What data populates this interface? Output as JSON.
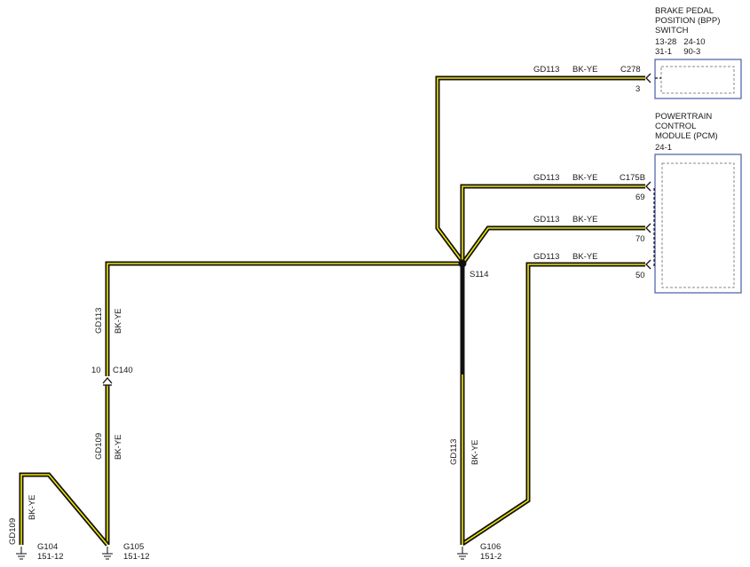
{
  "components": {
    "bpp": {
      "title_lines": [
        "BRAKE PEDAL",
        "POSITION (BPP)",
        "SWITCH"
      ],
      "ref_lines": [
        "13-28   24-10",
        "31-1     90-3"
      ]
    },
    "pcm": {
      "title_lines": [
        "POWERTRAIN",
        "CONTROL",
        "MODULE (PCM)"
      ],
      "ref_lines": [
        "24-1"
      ]
    }
  },
  "connectors": {
    "c278": {
      "name": "C278",
      "pin": "3"
    },
    "c175b": {
      "name": "C175B",
      "pins": [
        "69",
        "70",
        "50"
      ]
    },
    "c140": {
      "name": "C140",
      "pin": "10"
    }
  },
  "splice": {
    "name": "S114"
  },
  "wires": {
    "w_c278": {
      "circuit": "GD113",
      "color": "BK-YE"
    },
    "w_69": {
      "circuit": "GD113",
      "color": "BK-YE"
    },
    "w_70": {
      "circuit": "GD113",
      "color": "BK-YE"
    },
    "w_50": {
      "circuit": "GD113",
      "color": "BK-YE"
    },
    "w_left_upper": {
      "circuit": "GD113",
      "color": "BK-YE"
    },
    "w_left_lower": {
      "circuit": "GD109",
      "color": "BK-YE"
    },
    "w_far_left": {
      "circuit": "GD109",
      "color": "BK-YE"
    },
    "w_center_down": {
      "circuit": "GD113",
      "color": "BK-YE"
    }
  },
  "grounds": {
    "g104": {
      "name": "G104",
      "ref": "151-12"
    },
    "g105": {
      "name": "G105",
      "ref": "151-12"
    },
    "g106": {
      "name": "G106",
      "ref": "151-2"
    }
  },
  "colors": {
    "wire_black": "#111111",
    "wire_yellow": "#f2e600",
    "module_border": "#4a5aa8"
  }
}
